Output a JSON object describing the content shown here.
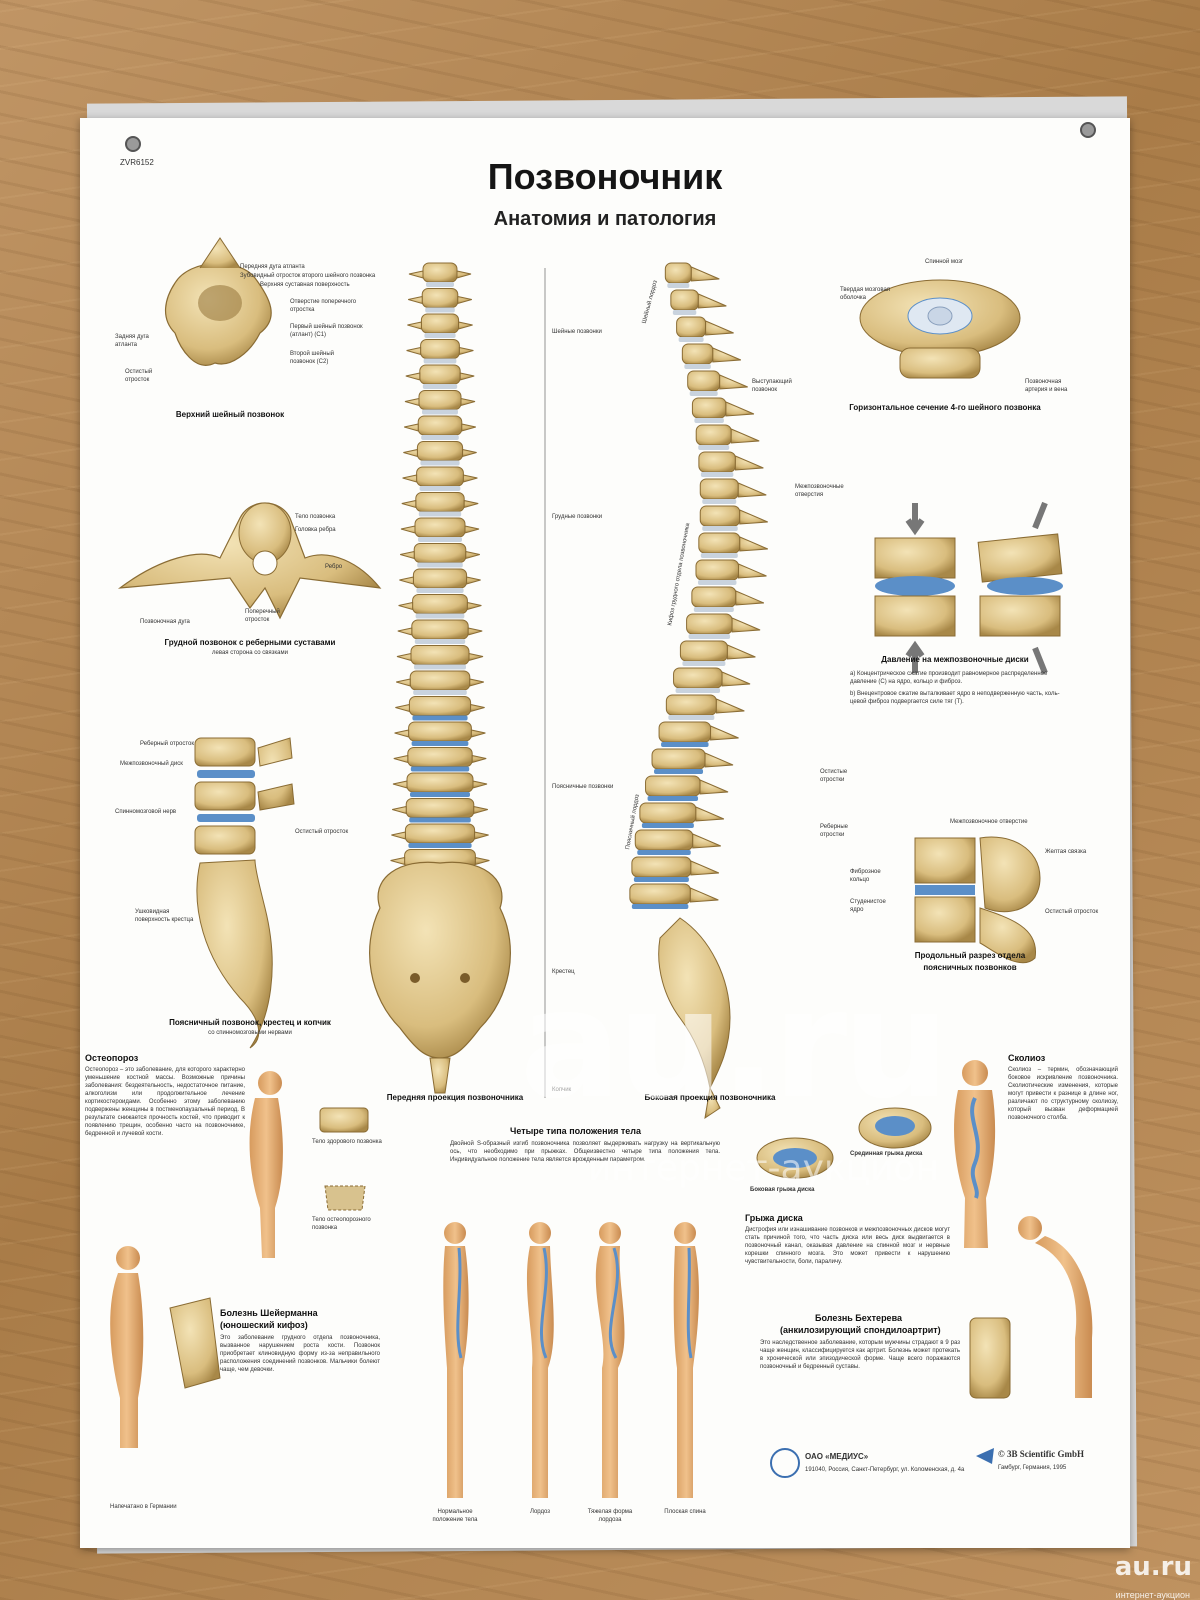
{
  "poster": {
    "code": "ZVR6152",
    "title": "Позвоночник",
    "subtitle": "Анатомия и патология"
  },
  "panels": {
    "cervical_caption": "Верхний шейный позвонок",
    "thoracic_caption": "Грудной позвонок с реберными суставами",
    "thoracic_sub": "левая сторона со связками",
    "lumbar_caption": "Поясничный позвонок, крестец и копчик",
    "lumbar_sub": "со спинномозговыми нервами",
    "front_caption": "Передняя проекция позвоночника",
    "side_caption": "Боковая проекция позвоночника",
    "section_caption": "Горизонтальное сечение 4-го шейного позвонка",
    "pressure_caption": "Давление на межпозвоночные диски",
    "longitudinal_caption_1": "Продольный разрез отдела",
    "longitudinal_caption_2": "поясничных позвонков",
    "postures_caption": "Четыре типа положения тела",
    "healthy_vertebra": "Тело здорового позвонка",
    "osteo_vertebra": "Тело остеопорозного позвонка",
    "lateral_hernia": "Боковая грыжа диска",
    "median_hernia": "Срединная грыжа диска"
  },
  "labels": {
    "c1": "Передняя дуга атланта",
    "c2": "Зубовидный отросток второго шейного позвонка",
    "c3": "Верхняя суставная поверхность",
    "c4": "Отверстие поперечного отростка",
    "c5": "Первый шейный позвонок (атлант) (С1)",
    "c6": "Второй шейный позвонок (С2)",
    "c7": "Задняя дуга атланта",
    "c8": "Остистый отросток",
    "t1": "Тело позвонка",
    "t2": "Головка ребра",
    "t3": "Ребро",
    "t4": "Поперечный отросток",
    "t5": "Позвоночная дуга",
    "l1": "Реберный отросток",
    "l2": "Межпозвоночный диск",
    "l3": "Спинномозговой нерв",
    "l4": "Остистый отросток",
    "l5": "Ушковидная поверхность крестца",
    "f1": "Шейные позвонки",
    "f2": "Грудные позвонки",
    "f3": "Поясничные позвонки",
    "f4": "Крестец",
    "f5": "Копчик",
    "s1": "Шейный лордоз",
    "s2": "Кифоз грудного отдела позвоночника",
    "s3": "Поясничный лордоз",
    "s4": "Выступающий позвонок",
    "s5": "Межпозвоночные отверстия",
    "s6": "Остистые отростки",
    "s7": "Реберные отростки",
    "x1": "Спинной мозг",
    "x2": "Твердая мозговая оболочка",
    "x3": "Позвоночная артерия и вена",
    "d1": "Межпозвоночное отверстие",
    "d2": "Желтая связка",
    "d3": "Остистый отросток",
    "d4": "Фиброзное кольцо",
    "d5": "Студенистое ядро"
  },
  "pressure": {
    "a": "а) Концентрическое сжатие производит равномерное распределенное давле­ние (С) на ядро, кольцо и фиброз.",
    "b": "b) Внецентровое сжатие выталкивает ядро в неподверженную часть, коль­цевой фиброз подвергается силе тяг (Т)."
  },
  "diseases": {
    "osteo_title": "Остеопороз",
    "osteo_text": "Остеопороз – это заболевание, для которого характерно уменьшение костной массы. Возможные причины заболевания: бездеятельность, недостаточное питание, алкоголизм или продолжительное лечение кортикостероидами. Особенно этому заболеванию подвержены женщины в постменопаузальный период. В результате снижается прочность костей, что приводит к появлению трещин, особенно часто на позвоночнике, бедренной и лучевой кости.",
    "scoliosis_title": "Сколиоз",
    "scoliosis_text": "Сколиоз – термин, обозначающий боковое искривление позвоночника. Сколиотические изменения, которые могут привести к разнице в длине ног, различают по структурному сколиозу, который вызван деформацией позвоночного столба.",
    "hernia_title": "Грыжа диска",
    "hernia_text": "Дистрофия или изнашивание позвонков и межпозвоночных дисков могут стать причиной того, что часть диска или весь диск выдвигается в позвоночный канал, оказывая давление на спинной мозг и нервные корешки спинного мозга. Это может привести к нарушению чувствительности, боли, параличу.",
    "scheuermann_title_1": "Болезнь Шейерманна",
    "scheuermann_title_2": "(юношеский кифоз)",
    "scheuermann_text": "Это заболевание грудного отдела позвоночника, вызванное нарушением роста кости. Позвонок приобретает клиновидную форму из-за неправильного расположения соединений позвонков. Мальчики болеют чаще, чем девочки.",
    "bechterew_title_1": "Болезнь Бехтерева",
    "bechterew_title_2": "(анкилозирующий спондилоартрит)",
    "bechterew_text": "Это наследственное заболевание, которым мужчины страдают в 9 раз чаще женщин, классифицируется как артрит. Болезнь может протекать в хронической или эпизодической форме. Чаще всего поражаются позвоночный и бедренный суставы."
  },
  "postures_text": "Двойной S-образный изгиб позвоночника позволяет выдерживать нагрузку на вертикальную ось, что необходимо при прыжках. Общеизвестно четыре типа положения тела. Индивидуальное положение тела является врожденным параметром.",
  "postures": [
    "Нормальное положение тела",
    "Лордоз",
    "Тяжелая форма лордоза",
    "Плоская спина"
  ],
  "footer": {
    "made_in": "Напечатано в Германии",
    "publisher": "ОАО «МЕДИУС»",
    "publisher_addr": "191040, Россия, Санкт-Петербург, ул. Коломенская, д. 4а",
    "brand": "© 3B Scientific GmbH",
    "brand_sub": "Гамбург, Германия, 1995"
  },
  "watermark": {
    "big": "au.ru",
    "small": "интернет-аукцион",
    "corner": "au.ru",
    "corner_sub": "интернет-аукцион"
  },
  "colors": {
    "bone": "#e6cf95",
    "bone_dark": "#a88848",
    "disc": "#5b8fc8",
    "skin": "#e8b57a",
    "poster": "#fdfdfb"
  }
}
